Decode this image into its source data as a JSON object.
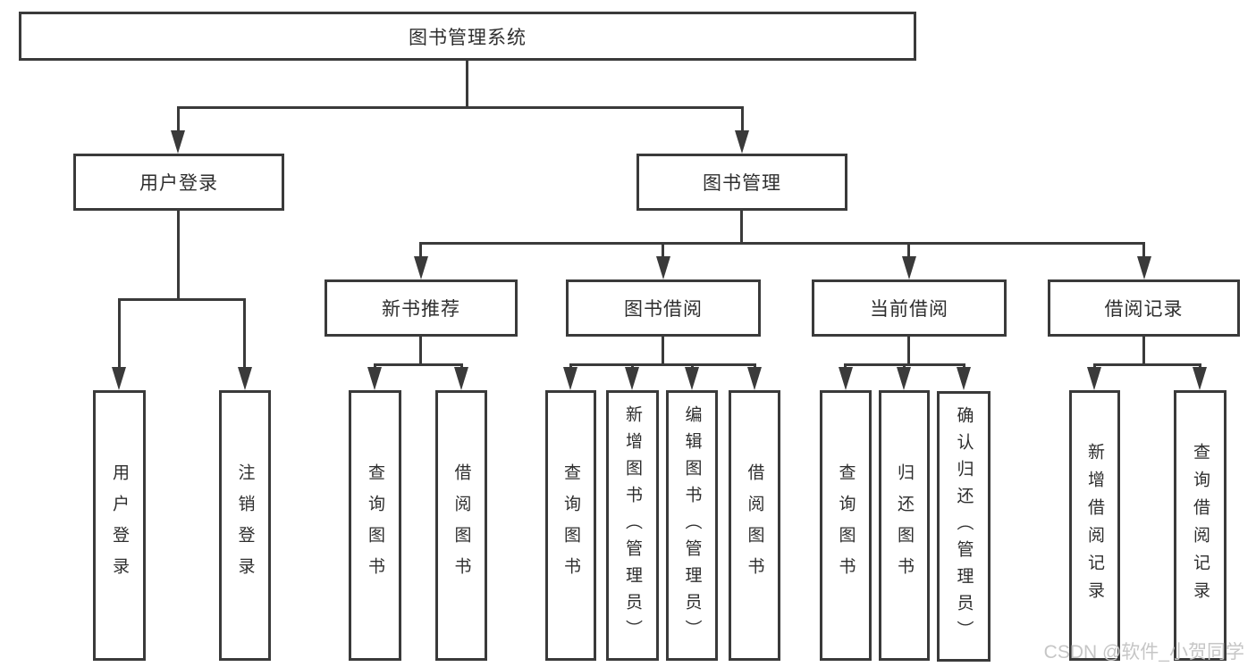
{
  "colors": {
    "line": "#3a3a3a",
    "text": "#2e2e2e",
    "box-bg": "#ffffff",
    "watermark": "#c6c6c6",
    "background": "#ffffff"
  },
  "diagram": {
    "tree": {
      "label": "图书管理系统",
      "children": [
        {
          "label": "用户登录",
          "children": [
            "用户登录",
            "注销登录"
          ]
        },
        {
          "label": "图书管理",
          "children": [
            {
              "label": "新书推荐",
              "children": [
                "查询图书",
                "借阅图书"
              ]
            },
            {
              "label": "图书借阅",
              "children": [
                "查询图书",
                "新增图书（管理员）",
                "编辑图书（管理员）",
                "借阅图书"
              ]
            },
            {
              "label": "当前借阅",
              "children": [
                "查询图书",
                "归还图书",
                "确认归还（管理员）"
              ]
            },
            {
              "label": "借阅记录",
              "children": [
                "新增借阅记录",
                "查询借阅记录"
              ]
            }
          ]
        }
      ]
    }
  },
  "watermark": {
    "text": "CSDN @软件_小贺同学"
  }
}
